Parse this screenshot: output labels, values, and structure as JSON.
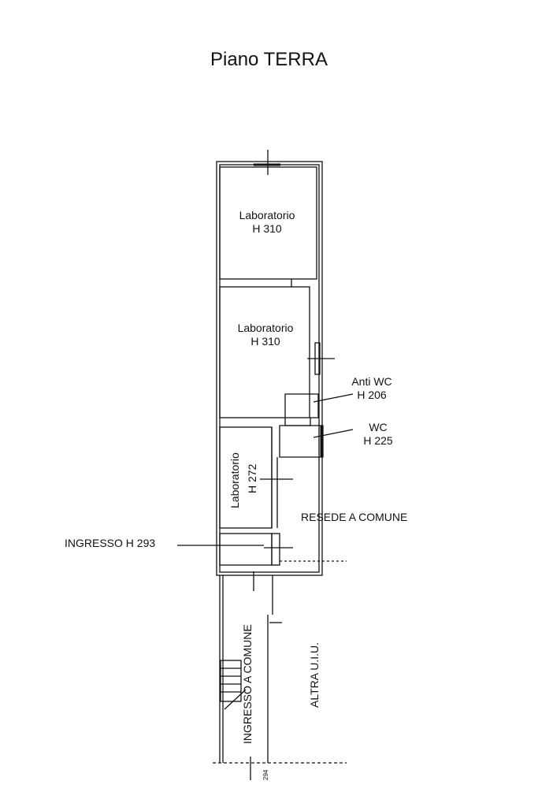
{
  "plan": {
    "title": "Piano TERRA",
    "rooms": [
      {
        "name": "Laboratorio",
        "height": "H 310"
      },
      {
        "name": "Laboratorio",
        "height": "H 310"
      },
      {
        "name": "Laboratorio",
        "height": "H 272"
      }
    ],
    "anti_wc": {
      "name": "Anti WC",
      "height": "H 206"
    },
    "wc": {
      "name": "WC",
      "height": "H 225"
    },
    "ingresso": "INGRESSO H 293",
    "resede": "RESEDE A COMUNE",
    "ingresso_comune": "INGRESSO A COMUNE",
    "altra": "ALTRA U.I.U.",
    "dimension": "294"
  }
}
